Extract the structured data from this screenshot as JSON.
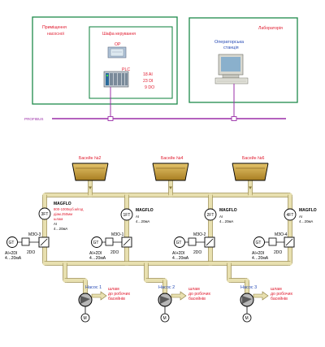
{
  "pump_room": {
    "title_line1": "Приміщення",
    "title_line2": "насосної"
  },
  "control_cabinet": {
    "title": "Шафа керування",
    "op_label": "OP",
    "plc_label": "PLC",
    "io_ai": "18 AI",
    "io_di": "23 DI",
    "io_do": "9 DO"
  },
  "laboratory": {
    "title": "Лабораторія",
    "station_line1": "Операторська",
    "station_line2": "станція"
  },
  "profibus": {
    "label": "PROFIBUS"
  },
  "pools": [
    {
      "label": "Басейн №2"
    },
    {
      "label": "Басейн №4"
    },
    {
      "label": "Басейн №6"
    }
  ],
  "flowmeters": [
    {
      "tag": "3FT",
      "name": "MAGFLO",
      "details": [
        "800-1000куб.м/год",
        "діам.250мм",
        "шлам",
        "AI",
        "4…20мА"
      ]
    },
    {
      "tag": "1FT",
      "name": "MAGFLO",
      "details": [
        "AI",
        "4…20мА"
      ]
    },
    {
      "tag": "2FT",
      "name": "MAGFLO",
      "details": [
        "AI",
        "4…20мА"
      ]
    },
    {
      "tag": "4FT",
      "name": "MAGFLO",
      "details": [
        "AI",
        "4…20мА"
      ]
    }
  ],
  "valves": [
    {
      "gt": "GT",
      "mzo": "МЗО-3",
      "do": "2DO",
      "io_line1": "AI+2DI",
      "io_line2": "4…20мА"
    },
    {
      "gt": "GT",
      "mzo": "МЗО-1",
      "do": "2DO",
      "io_line1": "AI+2DI",
      "io_line2": "4…20мА"
    },
    {
      "gt": "GT",
      "mzo": "МЗО-2",
      "do": "2DO",
      "io_line1": "AI+2DI",
      "io_line2": "4…20мА"
    },
    {
      "gt": "GT",
      "mzo": "МЗО-4",
      "do": "2DO",
      "io_line1": "AI+2DI",
      "io_line2": "4…20мА"
    }
  ],
  "pumps": [
    {
      "label": "Насос 1",
      "out_line1": "шлам",
      "out_line2": "до робочих",
      "out_line3": "басейнів",
      "motor": "M"
    },
    {
      "label": "Насос 2",
      "out_line1": "шлам",
      "out_line2": "до робочих",
      "out_line3": "басейнів",
      "motor": "M"
    },
    {
      "label": "Насос 3",
      "out_line1": "шлам",
      "out_line2": "до робочих",
      "out_line3": "басейнів",
      "motor": "M"
    }
  ],
  "colors": {
    "frame_green": "#1e8a4a",
    "bus_purple": "#9b2fa8",
    "pipe_fill": "#e8e0b0",
    "pipe_edge": "#8a7a3a",
    "tank_fill": "#c8a040",
    "text_red": "#e0182c",
    "text_blue": "#2448b4"
  }
}
